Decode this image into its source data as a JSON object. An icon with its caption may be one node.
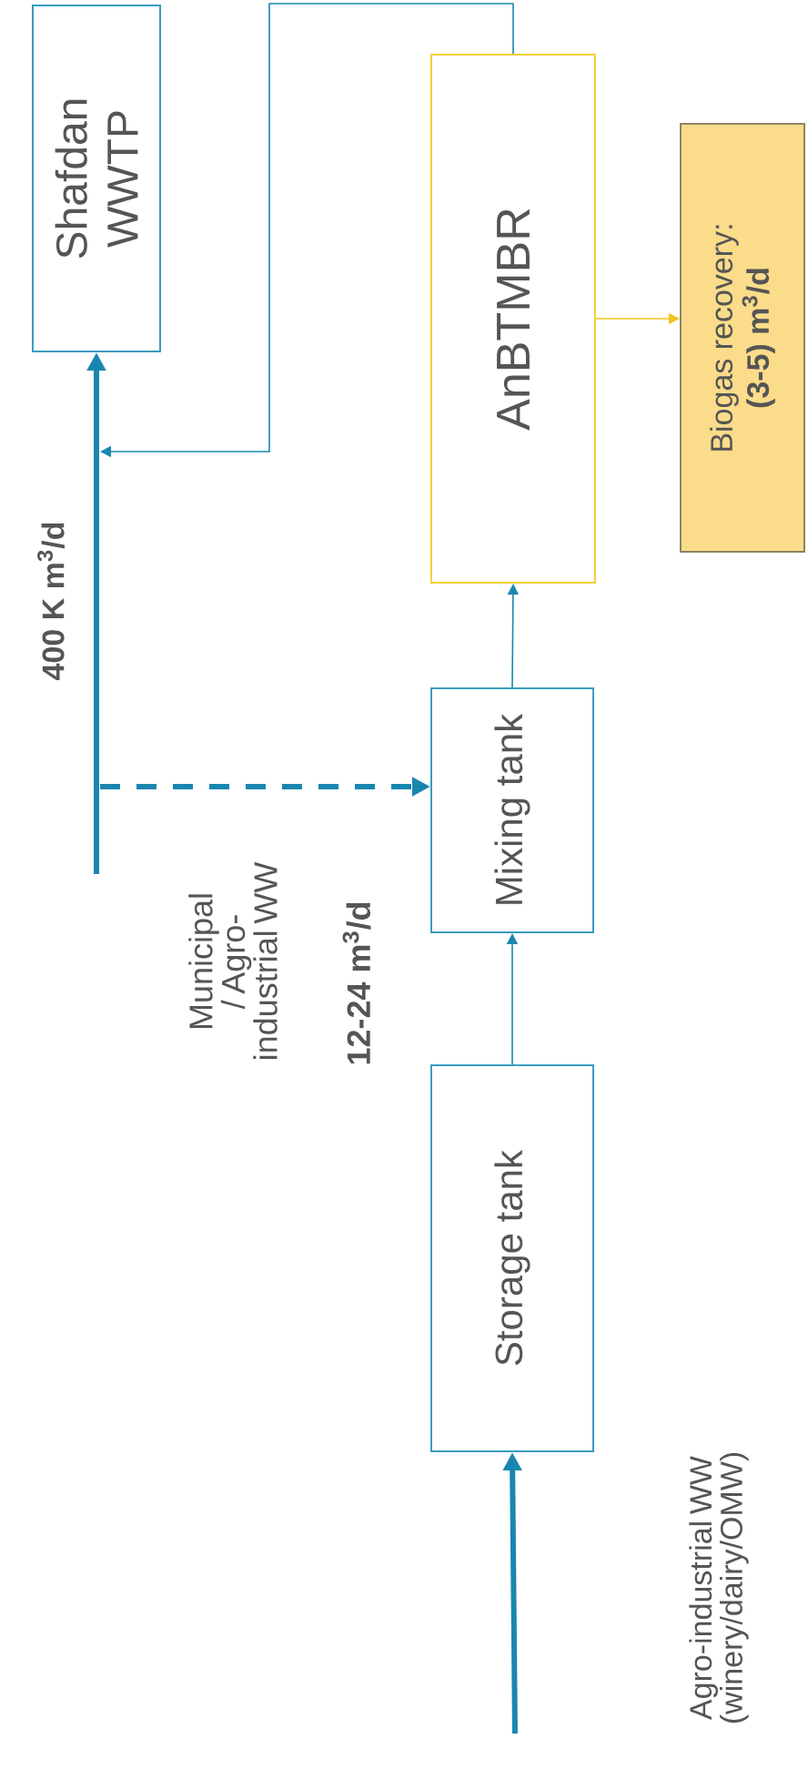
{
  "diagram": {
    "nodes": [
      {
        "text": [
          "Shafdan WWTP"
        ]
      },
      {
        "text": [
          "AnBTMBR"
        ]
      },
      {
        "text": [
          "Biogas recovery:",
          "(3-5) m$^{3}$/d"
        ]
      },
      {
        "text": [
          "Mixing tank"
        ]
      },
      {
        "text": [
          "Storage tank"
        ]
      }
    ],
    "edges": [
      {
        "from": null,
        "to": 0,
        "arrow": "to",
        "style": "thick",
        "label": "400 K m$^{3}$/d"
      },
      {
        "from": 1,
        "to": 0,
        "arrow": "to"
      },
      {
        "from": 1,
        "to": 2,
        "arrow": "to",
        "color": "#f2c21b"
      },
      {
        "from": null,
        "to": 3,
        "arrow": "to",
        "style": "dashed",
        "label": "12-24 m$^{3}$/d"
      },
      {
        "from": 3,
        "to": 1,
        "arrow": "to"
      },
      {
        "from": 4,
        "to": 3,
        "arrow": "to"
      },
      {
        "from": null,
        "to": 4,
        "arrow": "to",
        "style": "thick"
      }
    ],
    "labels": [
      "Municipal / Agro-industrial WW",
      "Agro-industrial WW (winery/dairy/OMW)"
    ]
  }
}
